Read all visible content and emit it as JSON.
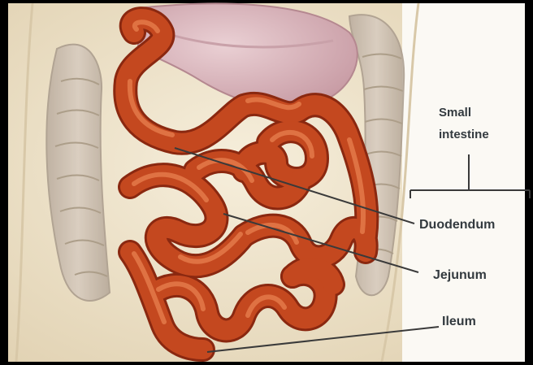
{
  "diagram": {
    "group_label_line1": "Small",
    "group_label_line2": "intestine",
    "parts": [
      {
        "label": "Duodendum"
      },
      {
        "label": "Jejunum"
      },
      {
        "label": "Ileum"
      }
    ]
  },
  "colors": {
    "frame": "#000000",
    "skin": "#f1e6cc",
    "colon": "#cbbcae",
    "stomach": "#dcb6bd",
    "intestine": "#c4481f",
    "intestine_dark": "#8a2810",
    "intestine_highlight": "#e8804f",
    "leader_line": "#3a3a3a"
  }
}
